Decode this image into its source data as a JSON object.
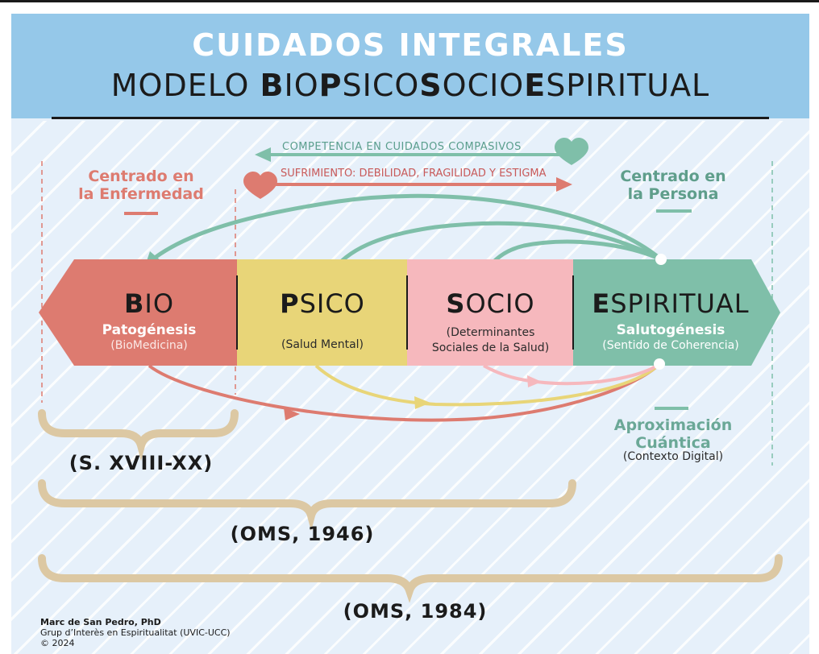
{
  "header": {
    "title": "CUIDADOS INTEGRALES",
    "subtitle_parts": [
      {
        "text": "MODELO ",
        "bold": false
      },
      {
        "text": "B",
        "bold": true
      },
      {
        "text": "IO",
        "bold": false
      },
      {
        "text": "P",
        "bold": true
      },
      {
        "text": "SICO",
        "bold": false
      },
      {
        "text": "S",
        "bold": true
      },
      {
        "text": "OCIO",
        "bold": false
      },
      {
        "text": "E",
        "bold": true
      },
      {
        "text": "SPIRITUAL",
        "bold": false
      }
    ]
  },
  "arrows": {
    "competencia": "COMPETENCIA EN CUIDADOS COMPASIVOS",
    "sufrimiento": "SUFRIMIENTO: DEBILIDAD, FRAGILIDAD Y ESTIGMA"
  },
  "left_focus": {
    "line1": "Centrado en",
    "line2": "la Enfermedad"
  },
  "right_focus": {
    "line1": "Centrado en",
    "line2": "la Persona"
  },
  "segments": {
    "bio": {
      "initial": "B",
      "rest": "IO",
      "sub": "Patogénesis",
      "paren": "(BioMedicina)"
    },
    "psico": {
      "initial": "P",
      "rest": "SICO",
      "paren": "(Salud Mental)"
    },
    "socio": {
      "initial": "S",
      "rest": "OCIO",
      "paren1": "(Determinantes",
      "paren2": "Sociales de la Salud)"
    },
    "espiritual": {
      "initial": "E",
      "rest": "SPIRITUAL",
      "sub": "Salutogénesis",
      "paren": "(Sentido de Coherencia)"
    }
  },
  "aproximacion": {
    "line1": "Aproximación",
    "line2": "Cuántica",
    "sub": "(Contexto Digital)"
  },
  "refs": {
    "r1": "(S. XVIII-XX)",
    "r2": "(OMS, 1946)",
    "r3": "(OMS, 1984)"
  },
  "credits": {
    "author": "Marc de San Pedro, PhD",
    "group": "Grup d’Interès en Espiritualitat (UVIC-UCC)",
    "year": "© 2024"
  },
  "colors": {
    "header_bg": "#95c8e9",
    "panel_bg": "#e6f0fa",
    "bio": "#dd7b70",
    "psico": "#e8d578",
    "socio": "#f6b8bd",
    "espiritual": "#7fbfa9",
    "brace": "#dcc8a3"
  }
}
